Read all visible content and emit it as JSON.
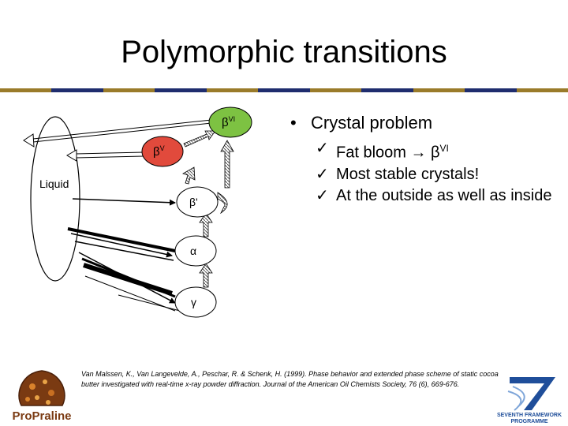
{
  "slide": {
    "title": "Polymorphic transitions",
    "rule_colors": [
      "#9a7b2a",
      "#1f2d6e",
      "#9a7b2a",
      "#1f2d6e",
      "#9a7b2a",
      "#1f2d6e",
      "#9a7b2a",
      "#1f2d6e",
      "#9a7b2a",
      "#1f2d6e",
      "#9a7b2a"
    ]
  },
  "diagram": {
    "liquid_label": "Liquid",
    "forms": {
      "b6": {
        "base": "β",
        "sup": "VI",
        "fill": "#7dc242"
      },
      "b5": {
        "base": "β",
        "sup": "V",
        "fill": "#e14a3c"
      },
      "b_prime": {
        "text": "β'"
      },
      "alpha": {
        "text": "α"
      },
      "gamma": {
        "text": "γ"
      }
    }
  },
  "bullets": {
    "main": "Crystal problem",
    "main_marker": "•",
    "check_mark": "✓",
    "items": [
      {
        "text": "Fat bloom → β",
        "sup": "VI"
      },
      {
        "text": "Most stable crystals!"
      },
      {
        "text": "At the outside as well as inside"
      }
    ]
  },
  "reference": {
    "text": "Van Malssen, K., Van Langevelde, A., Peschar, R. & Schenk, H. (1999). Phase behavior and extended phase scheme of static cocoa butter investigated with real-time x-ray powder diffraction. Journal of the American Oil Chemists Society, 76 (6), 669-676."
  },
  "logos": {
    "propraline": "ProPraline",
    "fp7_line1": "SEVENTH FRAMEWORK",
    "fp7_line2": "PROGRAMME"
  }
}
